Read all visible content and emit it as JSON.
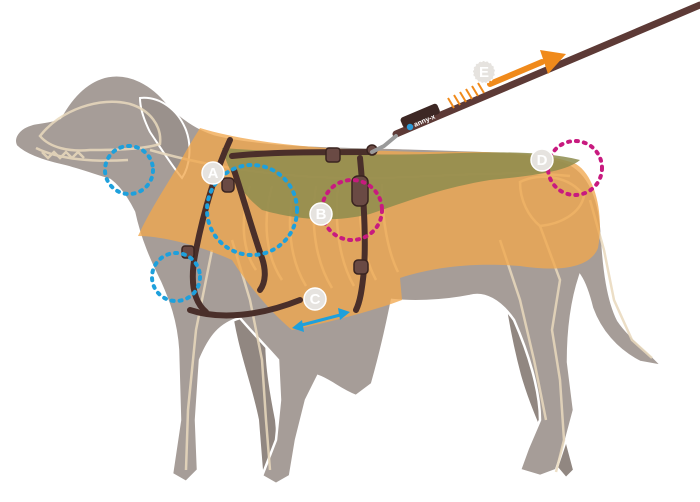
{
  "diagram": {
    "brand_label": "anny-x",
    "markers": {
      "a": "A",
      "b": "B",
      "c": "C",
      "d": "D",
      "e": "E"
    },
    "colors": {
      "dog_body": "#a69d98",
      "dog_outline": "#ffffff",
      "skeleton": "#e9d9bd",
      "harness_orange": "#f1a84e",
      "harness_green": "#8d8c4e",
      "strap_brown": "#4a2f2a",
      "leash": "#5d3a36",
      "arrow_orange": "#f08a1b",
      "blue_zone": "#1ea0dc",
      "magenta_zone": "#c81a7f",
      "label_bg": "#e6e3df"
    }
  }
}
